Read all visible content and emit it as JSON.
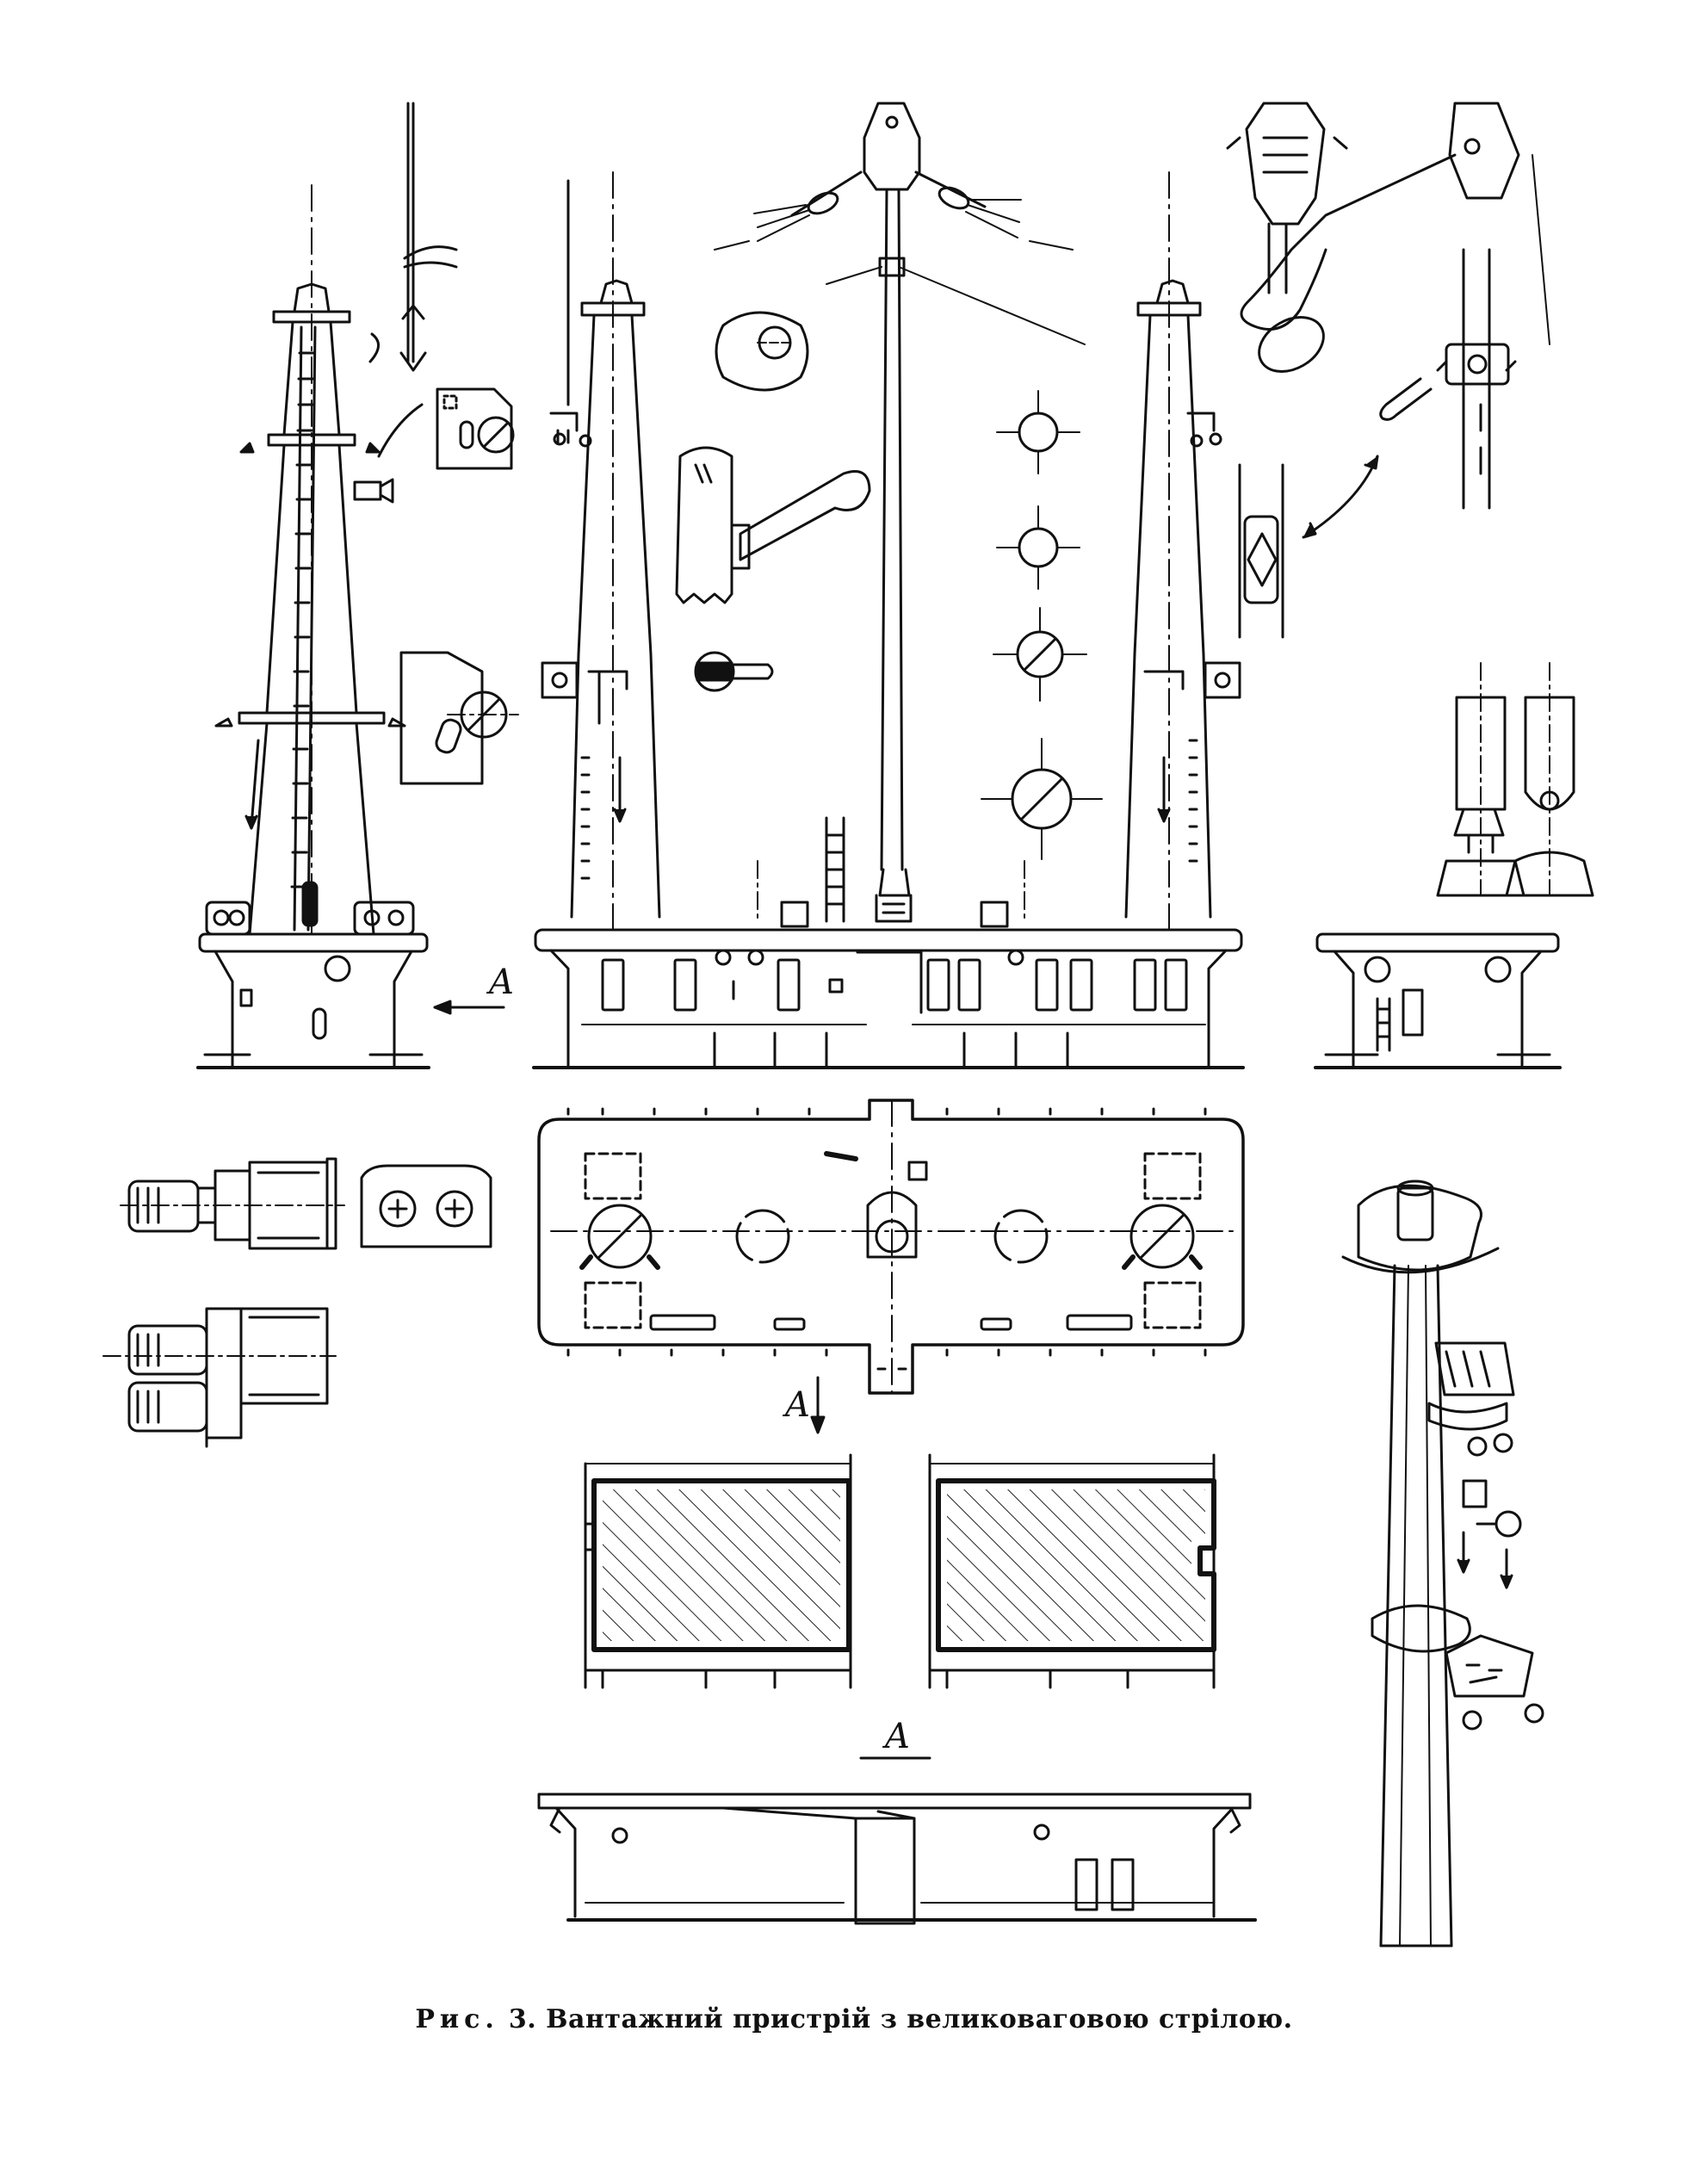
{
  "figure": {
    "caption_prefix": "Рис.",
    "caption_number": "3.",
    "caption_text": "Вантажний пристрій з великоваговою стрілою."
  },
  "labels": {
    "section_arrow_left": "A",
    "section_arrow_plan": "A",
    "section_view_title": "A"
  }
}
